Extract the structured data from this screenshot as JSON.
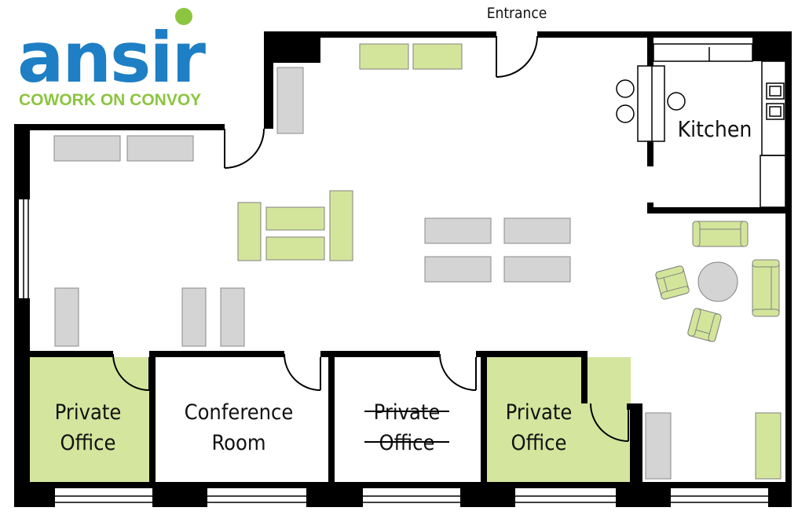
{
  "brand": {
    "logo_text": "ansir",
    "tagline": "COWORK ON CONVOY",
    "blue": "#1f7fc4",
    "green": "#8cc540"
  },
  "labels": {
    "entrance": "Entrance",
    "kitchen": "Kitchen",
    "office1_line1": "Private",
    "office1_line2": "Office",
    "conference_line1": "Conference",
    "conference_line2": "Room",
    "office3_line1": "Private",
    "office3_line2": "Office",
    "office4_line1": "Private",
    "office4_line2": "Office"
  },
  "colors": {
    "wall": "#000000",
    "desk_gray": "#d4d4d4",
    "furniture_green": "#d3e59b",
    "room_green": "#d4e59d",
    "outline": "#808080"
  }
}
